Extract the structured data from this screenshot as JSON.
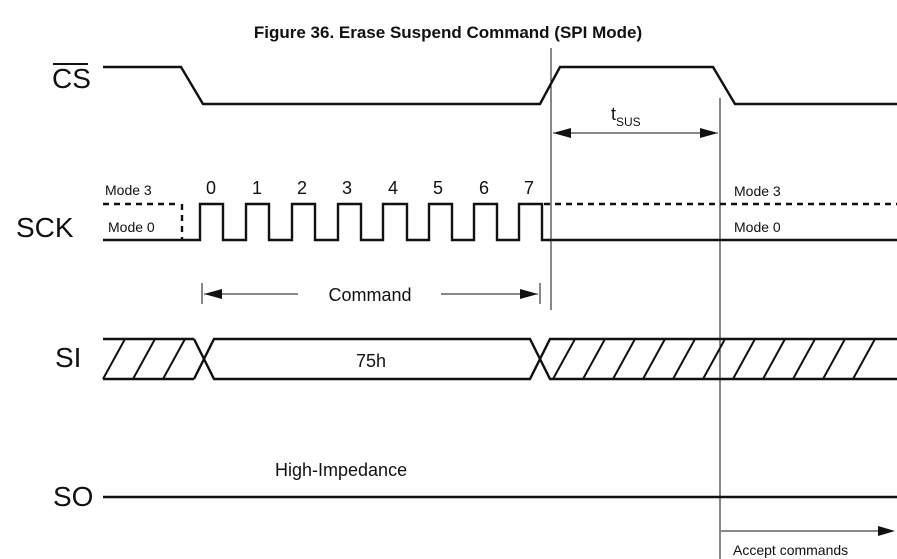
{
  "title": "Figure 36. Erase Suspend Command (SPI Mode)",
  "signals": {
    "cs": "CS",
    "sck": "SCK",
    "si": "SI",
    "so": "SO"
  },
  "sck": {
    "mode3_left": "Mode 3",
    "mode0_left": "Mode 0",
    "mode3_right": "Mode 3",
    "mode0_right": "Mode 0",
    "clock_numbers": [
      "0",
      "1",
      "2",
      "3",
      "4",
      "5",
      "6",
      "7"
    ]
  },
  "timing": {
    "t_main": "t",
    "t_sub": "SUS"
  },
  "command_label": "Command",
  "si_value": "75h",
  "so_state": "High-Impedance",
  "accept_commands": "Accept commands"
}
